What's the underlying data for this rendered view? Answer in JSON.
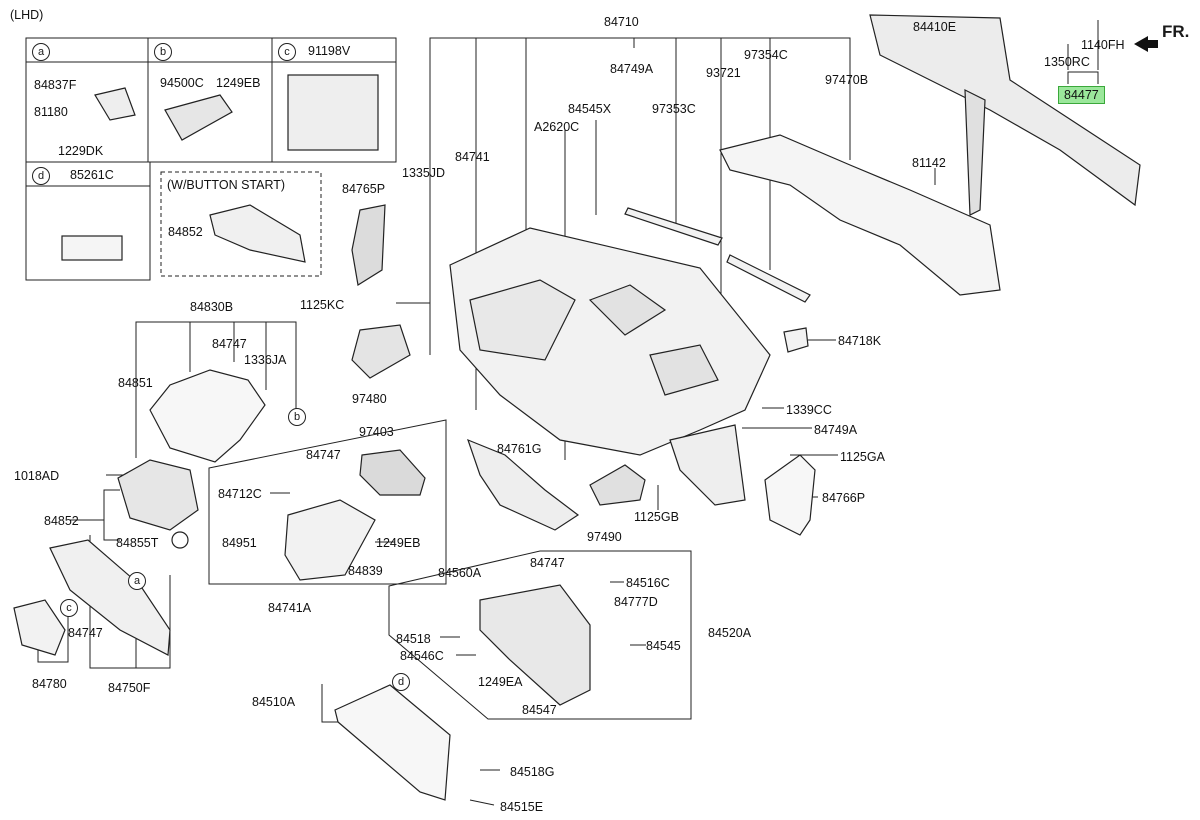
{
  "variant": "(LHD)",
  "direction": "FR.",
  "legend": {
    "a": {
      "key": "a",
      "parts": [
        "84837F",
        "81180",
        "1229DK"
      ]
    },
    "b": {
      "key": "b",
      "parts": [
        "94500C",
        "1249EB"
      ]
    },
    "c": {
      "key": "c",
      "parts": [
        "91198V"
      ]
    },
    "d": {
      "key": "d",
      "parts": [
        "85261C"
      ]
    },
    "button_start": {
      "title": "(W/BUTTON START)",
      "part": "84852"
    }
  },
  "callouts": {
    "p84710": "84710",
    "p84749A": "84749A",
    "p93721": "93721",
    "p97354C": "97354C",
    "p97470B": "97470B",
    "p84545X": "84545X",
    "p97353C": "97353C",
    "pA2620C": "A2620C",
    "p84741": "84741",
    "p1335JD": "1335JD",
    "p84765P": "84765P",
    "p1125KC": "1125KC",
    "p97480": "97480",
    "p84410E": "84410E",
    "p1140FH": "1140FH",
    "p1350RC": "1350RC",
    "p84477": "84477",
    "p81142": "81142",
    "p84718K": "84718K",
    "p1339CC": "1339CC",
    "p84749A2": "84749A",
    "p1125GA": "1125GA",
    "p84766P": "84766P",
    "p84761G": "84761G",
    "p1125GB": "1125GB",
    "p97490": "97490",
    "p84830B": "84830B",
    "p84747a": "84747",
    "p1336JA": "1336JA",
    "p84851": "84851",
    "p1018AD": "1018AD",
    "p84852": "84852",
    "p84855T": "84855T",
    "p97403": "97403",
    "p84747b": "84747",
    "p84712C": "84712C",
    "p84951": "84951",
    "p1249EB": "1249EB",
    "p84839": "84839",
    "p84741A": "84741A",
    "p84560A": "84560A",
    "p84747c": "84747",
    "p84516C": "84516C",
    "p84777D": "84777D",
    "p84520A": "84520A",
    "p84518": "84518",
    "p84546C": "84546C",
    "p84545": "84545",
    "p1249EA": "1249EA",
    "p84547": "84547",
    "p84747d": "84747",
    "p84780": "84780",
    "p84750F": "84750F",
    "p84510A": "84510A",
    "p84518G": "84518G",
    "p84515E": "84515E"
  },
  "colors": {
    "highlight_fill": "#9be79b",
    "highlight_border": "#3aa83a",
    "line": "#222222"
  }
}
